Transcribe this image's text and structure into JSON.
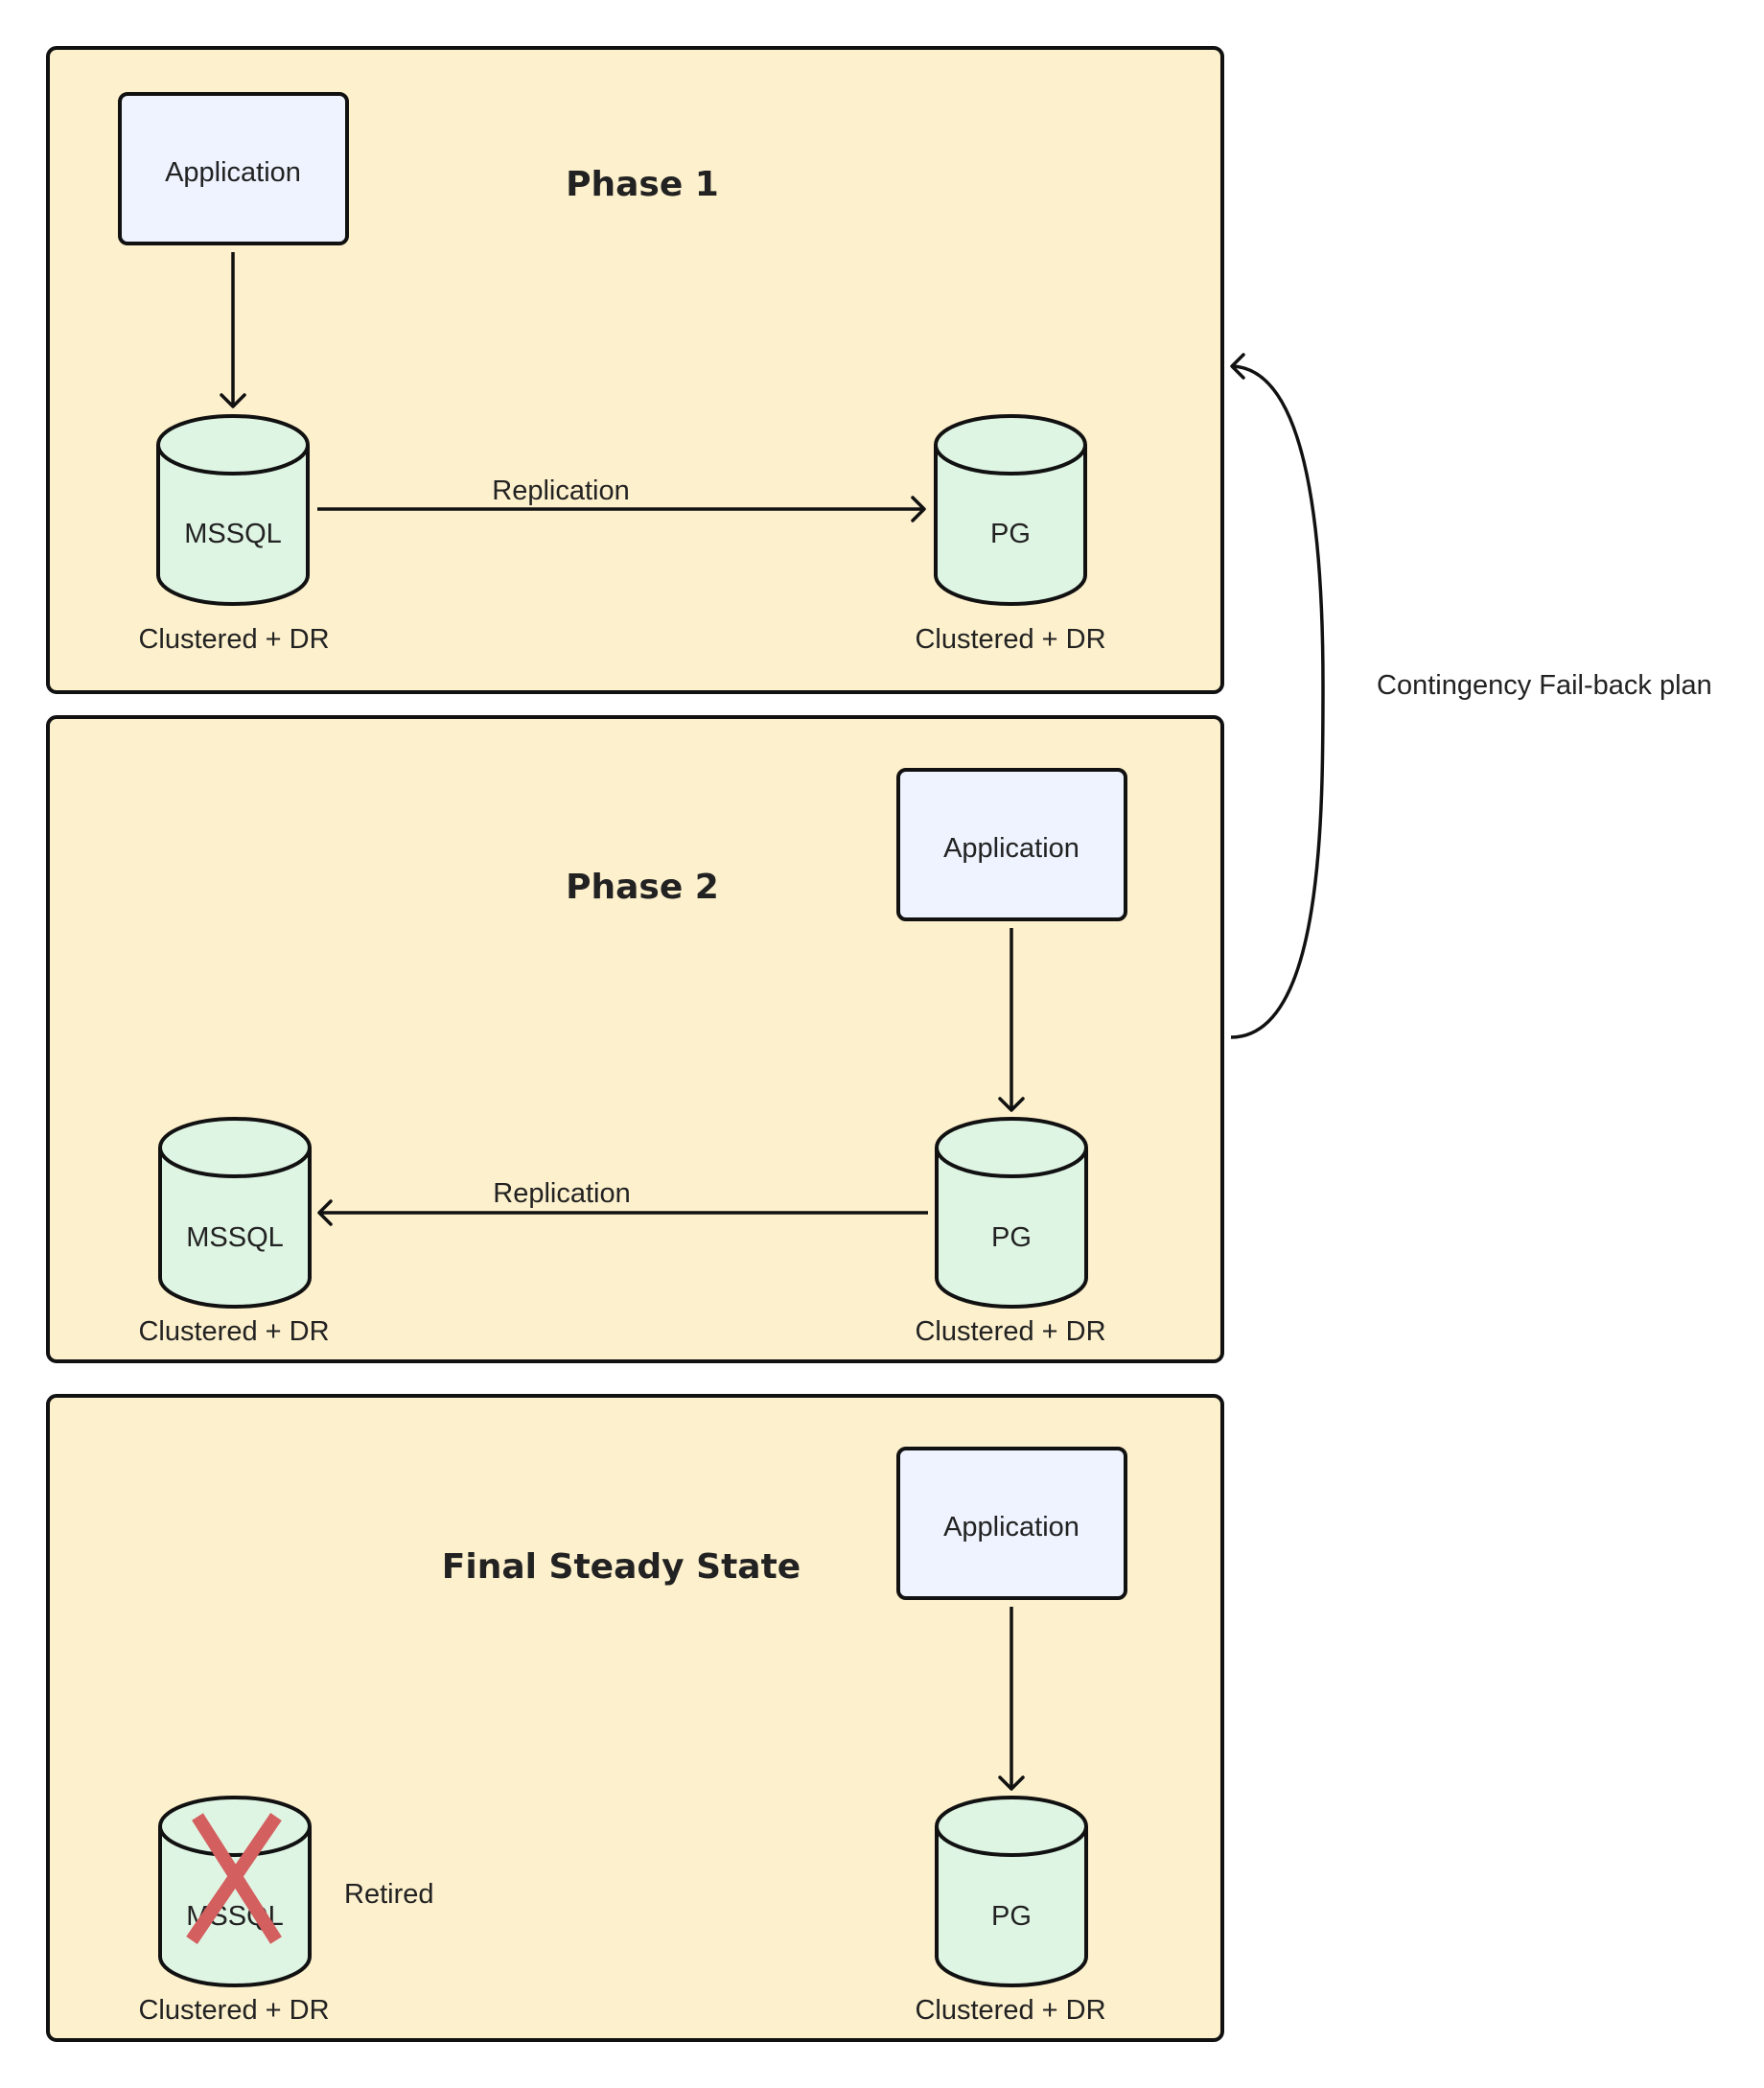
{
  "phase1": {
    "title": "Phase 1",
    "app_label": "Application",
    "source_db": "MSSQL",
    "source_db_caption": "Clustered + DR",
    "target_db": "PG",
    "target_db_caption": "Clustered + DR",
    "replication_label": "Replication"
  },
  "phase2": {
    "title": "Phase 2",
    "app_label": "Application",
    "source_db": "MSSQL",
    "source_db_caption": "Clustered + DR",
    "target_db": "PG",
    "target_db_caption": "Clustered + DR",
    "replication_label": "Replication"
  },
  "final": {
    "title": "Final Steady State",
    "app_label": "Application",
    "source_db": "MSSQL",
    "source_db_caption": "Clustered + DR",
    "source_db_status": "Retired",
    "target_db": "PG",
    "target_db_caption": "Clustered + DR"
  },
  "contingency_label": "Contingency Fail-back plan",
  "colors": {
    "panel_fill": "#fdf0cc",
    "app_fill": "#eef3ff",
    "db_fill": "#dff5e4",
    "retired_cross": "#d35f5f"
  }
}
